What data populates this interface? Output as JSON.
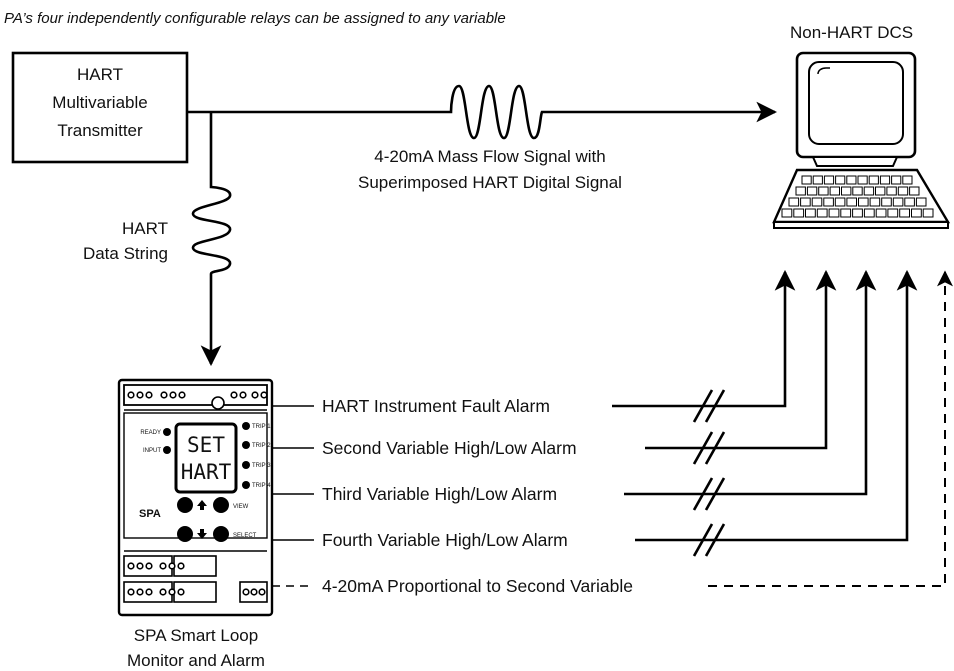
{
  "caption": "PA’s four independently configurable relays can be assigned to any variable",
  "dcs": {
    "title": "Non-HART DCS"
  },
  "transmitter": {
    "line1": "HART",
    "line2": "Multivariable",
    "line3": "Transmitter"
  },
  "signal": {
    "line1": "4-20mA Mass Flow Signal with",
    "line2": "Superimposed HART Digital Signal"
  },
  "data_string": {
    "line1": "HART",
    "line2": "Data String"
  },
  "alarms": [
    "HART Instrument Fault Alarm",
    "Second Variable High/Low Alarm",
    "Third Variable High/Low Alarm",
    "Fourth Variable High/Low Alarm"
  ],
  "analog_output": "4-20mA Proportional to Second Variable",
  "spa": {
    "caption_line1": "SPA Smart Loop",
    "caption_line2": "Monitor and Alarm",
    "brand": "SPA",
    "lcd_line1": "SET",
    "lcd_line2": "HART",
    "ready": "READY",
    "input": "INPUT",
    "trips": [
      "TRIP 1",
      "TRIP 2",
      "TRIP 3",
      "TRIP 4"
    ],
    "view": "VIEW",
    "select": "SELECT"
  }
}
